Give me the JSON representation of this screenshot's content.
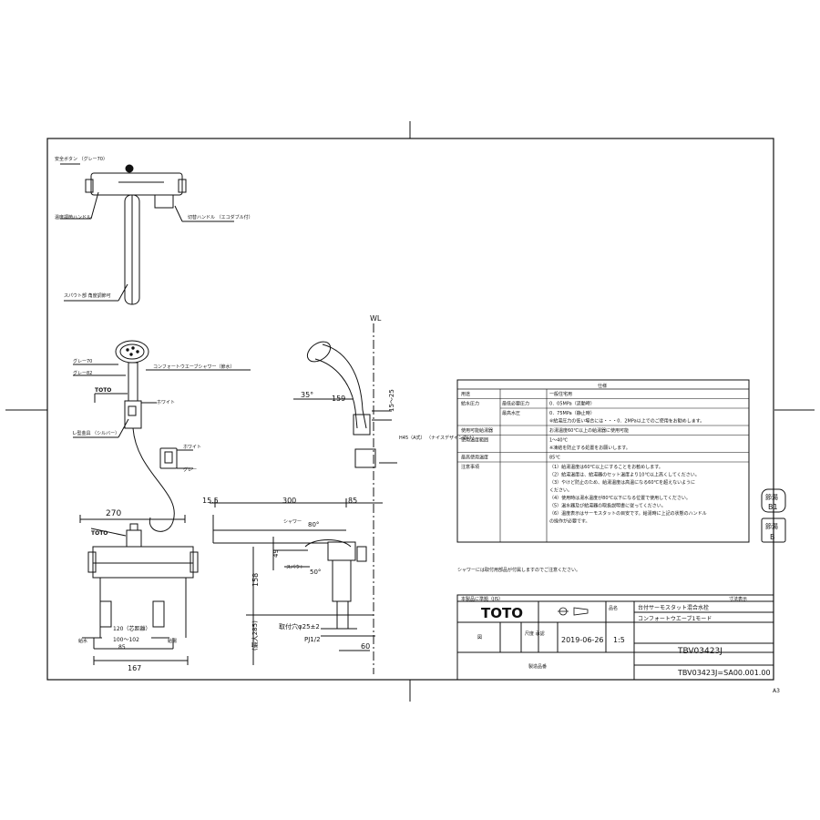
{
  "sheet": {
    "size_code": "A3",
    "dimensions": {
      "top": {
        "d270": "270",
        "d167": "167",
        "d120": "120（芯距離）",
        "d100": "100～102",
        "d85": "85"
      },
      "side": {
        "d15_5": "15.5",
        "d300": "300",
        "d85": "85",
        "d159": "159",
        "d25": "15～25",
        "d158": "158",
        "d49": "49",
        "d60": "60",
        "d285": "(最大285)",
        "hole": "取付穴φ25±2",
        "pj": "PJ1/2",
        "a35": "35°",
        "a80": "80°",
        "a50": "50°",
        "wl": "WL"
      }
    },
    "labels": {
      "safety_button": "安全ボタン\n（グレー70）",
      "temp_handle": "温度調節ハンドル",
      "switch_handle": "切替ハンドル\n（エコダブル付）",
      "spout": "スパウト部\n角度調節可",
      "gray70": "グレー70",
      "gray82": "グレー82",
      "shower_name": "コンフォートウエーブシャワー（節水）",
      "toto": "TOTO",
      "white": "ホワイト",
      "hook": "L-型金具\n（シルバー）",
      "white2": "ホワイト",
      "gray": "グレー",
      "hex": "高さ調節",
      "shower_word": "シャワー",
      "spout_word": "スパウト",
      "water": "給水",
      "hot": "給湯",
      "h_label": "H45（A式）\n（ナイスデザイン向け）",
      "note_bottom": "シャワーには取付用部品が付属しますのでご注意ください。"
    },
    "spec_table": {
      "header": "仕様",
      "rows": [
        {
          "k": "用途",
          "k2": "",
          "v": [
            "一般住宅用"
          ]
        },
        {
          "k": "給水圧力",
          "k2": "最低必要圧力",
          "v": [
            "0．05MPa（流動時）"
          ]
        },
        {
          "k": "",
          "k2": "最高水圧",
          "v": [
            "0．75MPa（静止時）",
            "※給湯圧力の低い場合には・・・0．2MPa以上でのご使用をお勧めします。"
          ]
        },
        {
          "k": "使用可能給湯器",
          "k2": "",
          "v": [
            "お湯温度60℃以上の給湯器に使用可能"
          ]
        },
        {
          "k": "使用温度範囲",
          "k2": "",
          "v": [
            "1～40℃",
            "※凍結を防止する処置をお願いします。"
          ]
        },
        {
          "k": "最高使用温度",
          "k2": "",
          "v": [
            "85℃"
          ]
        },
        {
          "k": "注意事項",
          "k2": "",
          "v": [
            "（1）給湯温度は60℃以上にすることをお勧めします。",
            "（2）給湯温度は、給湯器のセット温度より10℃以上高くしてください。",
            "（3）やけど防止のため、給湯温度は高温になる60℃を超えないように",
            "        ください。",
            "（4）使用時は湯水温度が80℃以下になる位置で使用してください。",
            "（5）温水器及び給湯器の取扱説明書に従ってください。",
            "（6）温度表示はサーモスタットの目安です。給湯時に上記の状態のハンドル",
            "        の操作が必要です。"
          ]
        }
      ]
    },
    "badges": [
      {
        "top": "節湯",
        "bottom": "B1"
      },
      {
        "top": "節湯",
        "bottom": "B"
      }
    ],
    "title_block": {
      "left_top": "本製品に準拠（JIS）",
      "right_top": "寸法表示",
      "logo": "TOTO",
      "name_label": "品名",
      "product_name": "台付サーモスタット混合水栓",
      "product_sub": "コンフォートウエーブ1モード",
      "drawn_label": "図",
      "check_label": "尺度\n承認",
      "date": "2019-06-26",
      "scale": "1:5",
      "model": "TBV03423J",
      "drawing_no": "TBV03423J=SA00.001.00",
      "note": "製造品番"
    }
  }
}
